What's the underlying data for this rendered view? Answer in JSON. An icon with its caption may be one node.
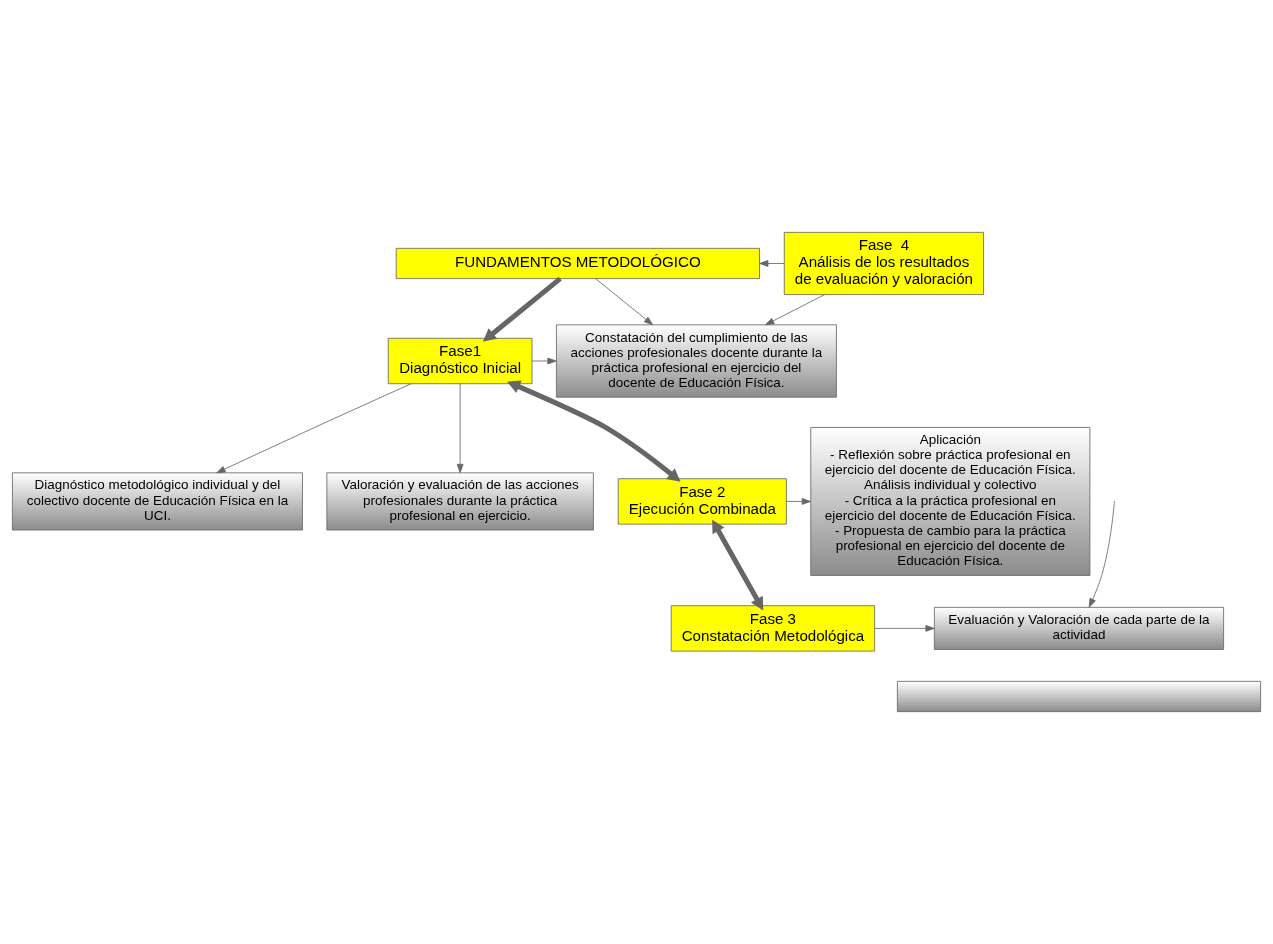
{
  "diagram": {
    "nodes": [
      {
        "text": [
          "FUNDAMENTOS METODOLÓGICO"
        ]
      },
      {
        "text": [
          "Fase1",
          "Diagnóstico Inicial"
        ]
      },
      {
        "text": [
          "Constatación del cumplimiento de las acciones profesionales docente durante la práctica profesional en ejercicio del docente de Educación Física."
        ]
      },
      {
        "text": [
          "Diagnóstico metodológico individual y del colectivo docente de Educación Física en la UCI."
        ]
      },
      {
        "text": [
          "Valoración y evaluación de las acciones profesionales durante la práctica profesional en ejercicio."
        ]
      },
      {
        "text": [
          "Fase 2",
          "Ejecución Combinada"
        ]
      },
      {
        "text": [
          "Aplicación",
          "- Reflexión sobre práctica profesional en ejercicio del docente de Educación Física. Análisis individual y colectivo",
          "- Crítica a la práctica profesional en ejercicio del docente de Educación Física.",
          "- Propuesta de cambio para la práctica profesional en ejercicio del docente de Educación Física."
        ]
      },
      {
        "text": [
          "Fase 3",
          "Constatación Metodológica"
        ]
      },
      {
        "text": [
          "Evaluación y Valoración de cada parte de la actividad"
        ]
      },
      {
        "text": [
          "Fase  4",
          "Análisis de los resultados de evaluación y valoración"
        ]
      },
      {
        "text": [],
        "shape": "bar"
      }
    ],
    "edges": [
      {
        "from": 0,
        "to": 1,
        "arrow": "to",
        "style": "thick"
      },
      {
        "from": 0,
        "to": 2,
        "arrow": "to"
      },
      {
        "from": 1,
        "to": 2,
        "arrow": "to"
      },
      {
        "from": 1,
        "to": 3,
        "arrow": "to"
      },
      {
        "from": 1,
        "to": 4,
        "arrow": "to"
      },
      {
        "from": 1,
        "to": 5,
        "arrow": "both",
        "style": "thick"
      },
      {
        "from": 5,
        "to": 6,
        "arrow": "to"
      },
      {
        "from": 5,
        "to": 7,
        "arrow": "both",
        "style": "thick"
      },
      {
        "from": 7,
        "to": 8,
        "arrow": "to"
      },
      {
        "from": 9,
        "to": 0,
        "arrow": "to"
      },
      {
        "from": 9,
        "to": 2,
        "arrow": "to"
      },
      {
        "from": null,
        "to": 8,
        "arrow": "to"
      }
    ]
  }
}
